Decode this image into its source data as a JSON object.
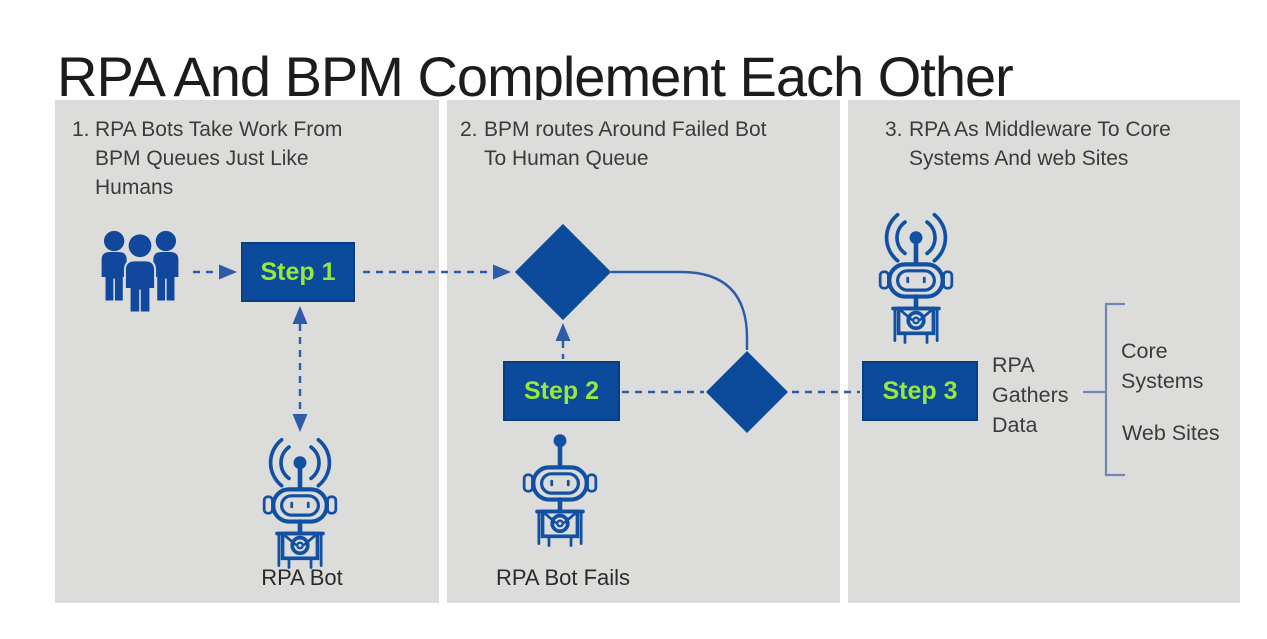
{
  "title": "RPA And BPM Complement Each Other",
  "panels": [
    {
      "number": "1.",
      "heading": "RPA Bots Take Work From\nBPM Queues Just Like\nHumans"
    },
    {
      "number": "2.",
      "heading": "BPM routes Around Failed Bot\nTo Human Queue"
    },
    {
      "number": "3.",
      "heading": "RPA As Middleware To Core\nSystems And web Sites"
    }
  ],
  "steps": [
    {
      "label": "Step 1"
    },
    {
      "label": "Step 2"
    },
    {
      "label": "Step 3"
    }
  ],
  "labels": {
    "rpa_bot": "RPA Bot",
    "rpa_bot_fails": "RPA Bot Fails",
    "rpa_gathers_data": "RPA\nGathers\nData",
    "core_systems": "Core\nSystems",
    "web_sites": "Web Sites"
  },
  "icons": {
    "people_group": "people-group-icon",
    "bot_with_signal": "rpa-bot-signal-icon",
    "bot_failed": "rpa-bot-no-signal-icon"
  },
  "colors": {
    "panel_background": "#dcdcdb",
    "step_box_blue": "#0c4a9c",
    "step_text_green": "#97e83c",
    "icon_blue": "#1150a3",
    "connector_blue": "#2f5ba8",
    "bracket_blue": "#6f87b2",
    "title_text": "#1c1c1c",
    "body_text": "#3b3b3b"
  }
}
